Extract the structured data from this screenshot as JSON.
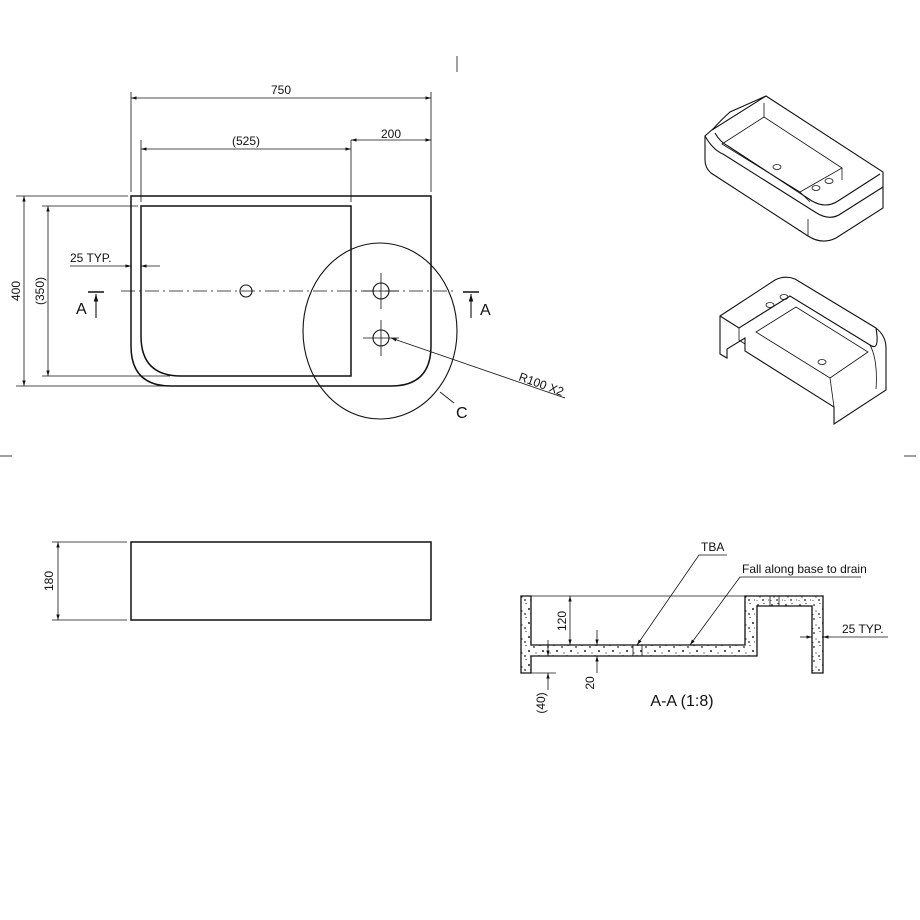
{
  "plan_view": {
    "dims": {
      "overall_width": "750",
      "bowl_width": "(525)",
      "deck_width": "200",
      "overall_depth": "400",
      "bowl_depth": "(350)",
      "wall_thickness": "25 TYP.",
      "radius": "R100 X2"
    },
    "section_marks": {
      "left": "A",
      "right": "A"
    },
    "detail_label": "C"
  },
  "front_view": {
    "height_dim": "180"
  },
  "section_view": {
    "title": "A-A (1:8)",
    "notes": {
      "tba": "TBA",
      "fall": "Fall along base to drain",
      "wall": "25 TYP."
    },
    "dims": {
      "inner_depth": "120",
      "base_thickness": "20",
      "overall_base": "(40)"
    }
  }
}
